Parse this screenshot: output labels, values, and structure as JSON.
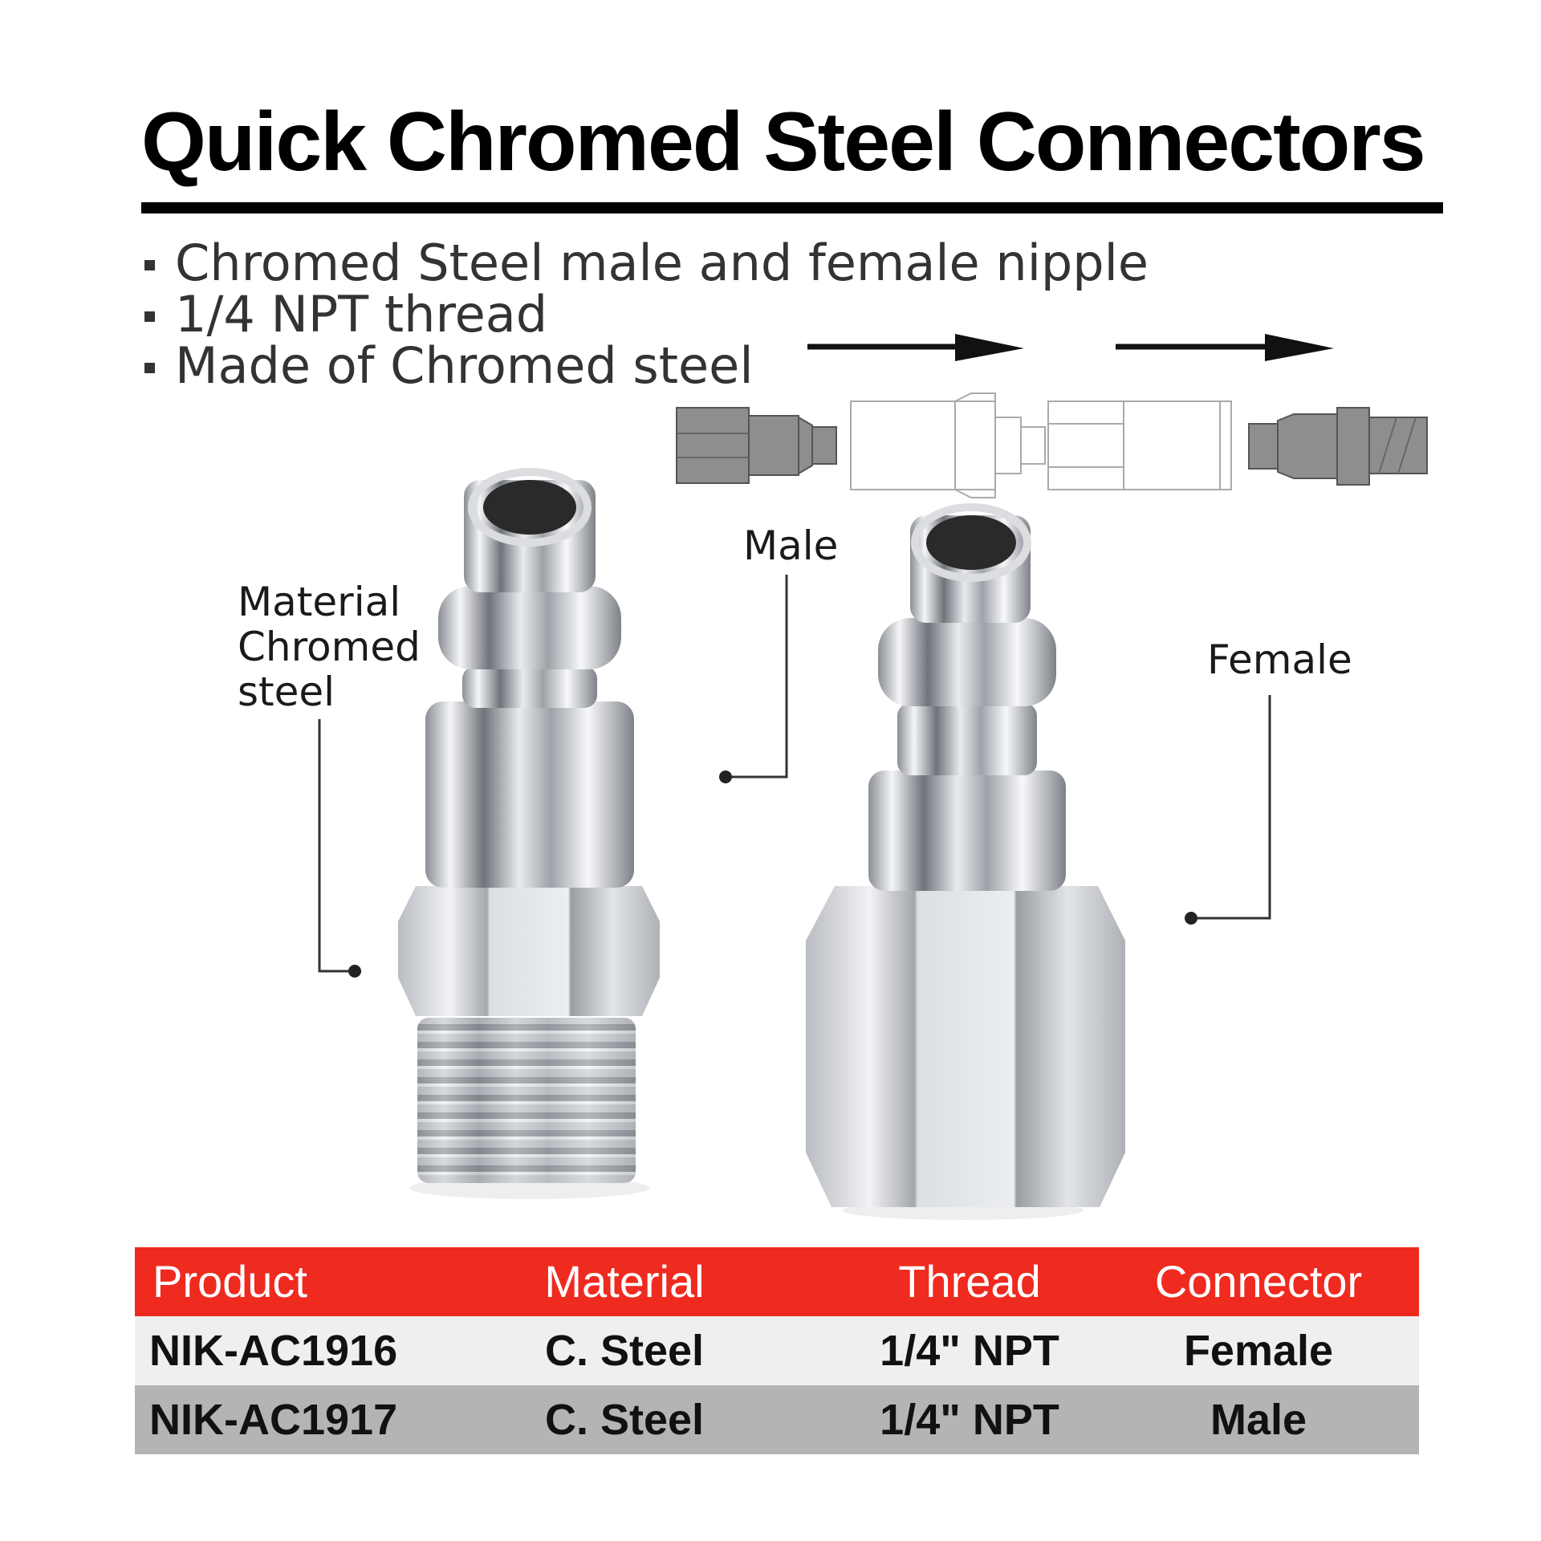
{
  "title": "Quick Chromed Steel Connectors",
  "features": [
    "Chromed Steel male and female nipple",
    "1/4 NPT thread",
    "Made of Chromed steel"
  ],
  "callouts": {
    "material": [
      "Material",
      "Chromed",
      "steel"
    ],
    "male": "Male",
    "female": "Female"
  },
  "table": {
    "headers": [
      "Product",
      "Material",
      "Thread",
      "Connector"
    ],
    "rows": [
      [
        "NIK-AC1916",
        "C. Steel",
        "1/4\" NPT",
        "Female"
      ],
      [
        "NIK-AC1917",
        "C. Steel",
        "1/4\" NPT",
        "Male"
      ]
    ]
  },
  "colors": {
    "header_red": "#ef2a1f",
    "row_light": "#efefef",
    "row_dark": "#b4b4b4",
    "chrome": "#c9ccd1"
  },
  "icons": [
    "arrow-right-icon",
    "fitting-diagram",
    "male-connector-photo",
    "female-connector-photo"
  ]
}
